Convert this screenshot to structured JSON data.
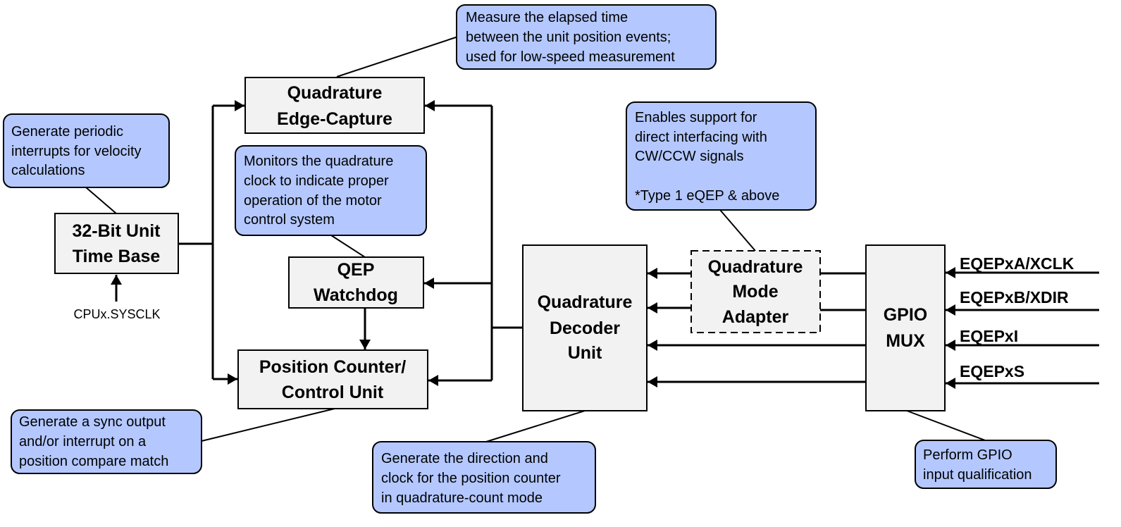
{
  "blocks": {
    "time_base": [
      "32-Bit Unit",
      "Time Base"
    ],
    "edge_capture": [
      "Quadrature",
      "Edge-Capture"
    ],
    "watchdog": [
      "QEP",
      "Watchdog"
    ],
    "position_counter": [
      "Position Counter/",
      "Control Unit"
    ],
    "decoder": [
      "Quadrature",
      "Decoder",
      "Unit"
    ],
    "mode_adapter": [
      "Quadrature",
      "Mode",
      "Adapter"
    ],
    "gpio_mux": [
      "GPIO",
      "MUX"
    ]
  },
  "clock_input": "CPUx.SYSCLK",
  "inputs": [
    "EQEPxA/XCLK",
    "EQEPxB/XDIR",
    "EQEPxI",
    "EQEPxS"
  ],
  "callouts": {
    "edge_capture": [
      "Measure the elapsed time",
      "between the unit position events;",
      "used for low-speed measurement"
    ],
    "time_base": [
      "Generate periodic",
      "interrupts for velocity",
      "calculations"
    ],
    "watchdog": [
      "Monitors the quadrature",
      "clock to indicate proper",
      "operation of the motor",
      "control system"
    ],
    "position_counter": [
      "Generate a sync output",
      "and/or interrupt on a",
      "position compare match"
    ],
    "decoder": [
      "Generate the direction and",
      "clock for the position counter",
      "in quadrature-count mode"
    ],
    "mode_adapter": [
      "Enables support for",
      "direct interfacing with",
      "CW/CCW signals",
      "*Type 1 eQEP & above"
    ],
    "gpio_mux": [
      "Perform GPIO",
      "input qualification"
    ]
  },
  "colors": {
    "callout_fill": "#b4c8ff",
    "block_fill": "#f2f2f2"
  }
}
